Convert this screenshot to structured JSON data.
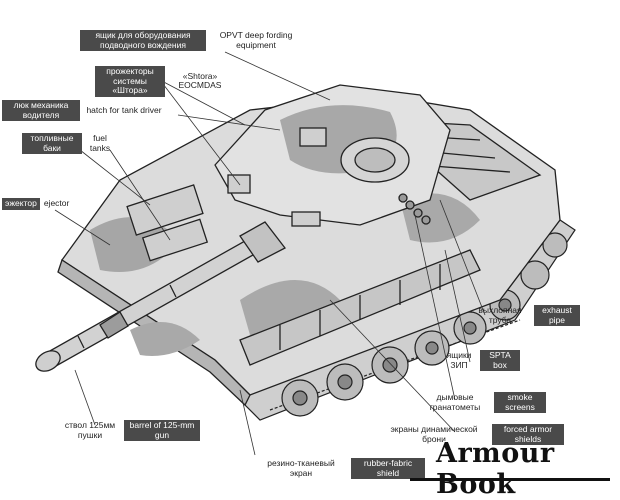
{
  "labels": {
    "opvt": {
      "ru": "ящик для оборудования подводного вождения",
      "en": "OPVT deep fording equipment"
    },
    "shtora": {
      "ru": "прожекторы системы «Штора»",
      "en": "«Shtora» EOCMDAS"
    },
    "driver": {
      "ru": "люк механика водителя",
      "en": "hatch for tank driver"
    },
    "fuel": {
      "ru": "топливные баки",
      "en": "fuel tanks"
    },
    "ejector": {
      "ru": "эжектор",
      "en": "ejector"
    },
    "exhaust": {
      "ru": "выхлопная труба",
      "en": "exhaust pipe"
    },
    "spta": {
      "ru": "ящики ЗИП",
      "en": "SPTA box"
    },
    "smoke": {
      "ru": "дымовые гранатометы",
      "en": "smoke screens"
    },
    "era": {
      "ru": "экраны динамической брони",
      "en": "forced armor shields"
    },
    "barrel": {
      "ru": "ствол 125мм пушки",
      "en": "barrel of 125-mm gun"
    },
    "rubber": {
      "ru": "резино-тканевый экран",
      "en": "rubber-fabric shield"
    }
  },
  "watermark": "Armour Book",
  "colors": {
    "label_box": "#4a4a4a",
    "ink": "#1f1f1f",
    "camo_light": "#e6e6e6",
    "camo_dark": "#a9a9a9"
  }
}
